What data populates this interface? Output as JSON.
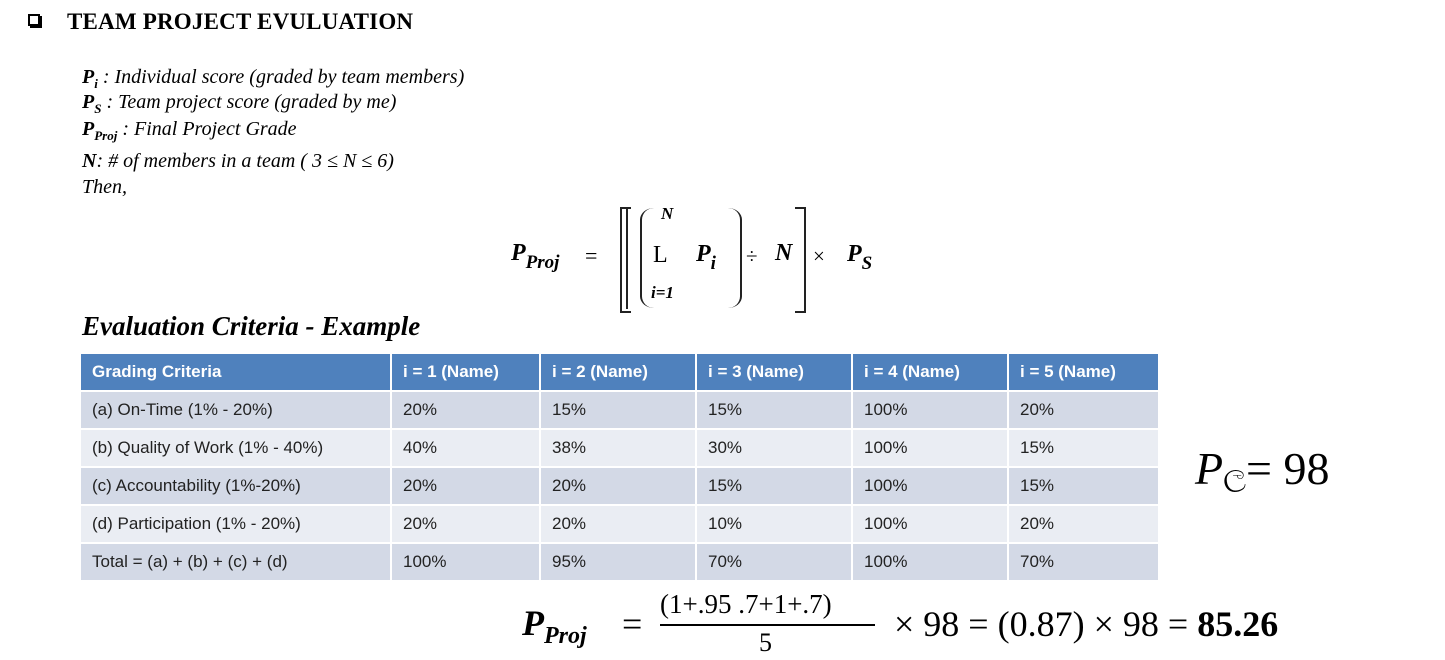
{
  "heading": "TEAM PROJECT EVULUATION",
  "definitions": [
    {
      "symbol": "P",
      "sub": "i",
      "text": " : Individual score (graded by team members)"
    },
    {
      "symbol": "P",
      "sub": "S",
      "text": " :  Team project score (graded by me)"
    },
    {
      "symbol": "P",
      "sub": "Proj",
      "text": " : Final Project Grade"
    },
    {
      "symbol": "N",
      "sub": "",
      "text": ": # of members in a team ( 3 ≤  N  ≤  6)"
    },
    {
      "symbol": "",
      "sub": "",
      "text": "Then,"
    }
  ],
  "formula": {
    "lhs": "P",
    "lhs_sub": "Proj",
    "equals": "=",
    "sum_top": "N",
    "sum_symbol": "L",
    "sum_bottom": "i=1",
    "term": "P",
    "term_sub": "i",
    "divide": "÷",
    "n": "N",
    "times": "×",
    "ps": "P",
    "ps_sub": "S"
  },
  "criteria_title": "Evaluation Criteria - Example",
  "table": {
    "headers": [
      "Grading Criteria",
      "i = 1 (Name)",
      "i = 2  (Name)",
      "i = 3  (Name)",
      "i = 4  (Name)",
      "i = 5 (Name)"
    ],
    "rows": [
      [
        "(a) On-Time (1% - 20%)",
        "20%",
        "15%",
        "15%",
        "100%",
        "20%"
      ],
      [
        "(b) Quality of Work (1% - 40%)",
        "40%",
        "38%",
        "30%",
        "100%",
        "15%"
      ],
      [
        "(c) Accountability (1%-20%)",
        "20%",
        "20%",
        "15%",
        "100%",
        "15%"
      ],
      [
        "(d) Participation (1% - 20%)",
        "20%",
        "20%",
        "10%",
        "100%",
        "20%"
      ],
      [
        "Total = (a) + (b) + (c) + (d)",
        "100%",
        "95%",
        "70%",
        "100%",
        "70%"
      ]
    ]
  },
  "side_note": {
    "p": "P",
    "glyph": "ල",
    "rest": "= 98"
  },
  "calculation": {
    "lhs": "P",
    "lhs_sub": "Proj",
    "eq": "=",
    "numerator": "(1+.95   .7+1+.7)",
    "denominator": "5",
    "rest": "× 98 = (0.87) × 98 = ",
    "result": "85.26"
  }
}
